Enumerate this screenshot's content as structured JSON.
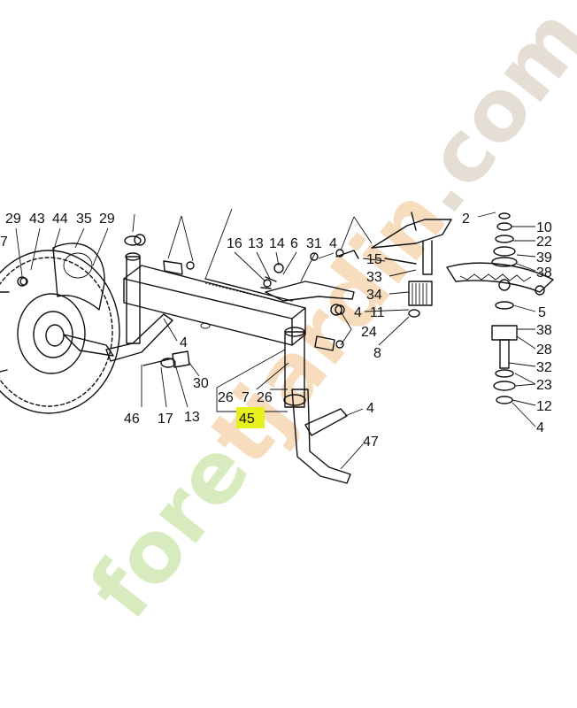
{
  "diagram": {
    "callouts": [
      "29",
      "43",
      "44",
      "35",
      "29",
      "16",
      "13",
      "14",
      "6",
      "31",
      "4",
      "15",
      "33",
      "34",
      "11",
      "24",
      "8",
      "4",
      "30",
      "26",
      "7",
      "26",
      "45",
      "4",
      "47",
      "46",
      "17",
      "13",
      "2",
      "10",
      "22",
      "39",
      "38",
      "5",
      "38",
      "28",
      "32",
      "23",
      "12",
      "4",
      "7",
      "4"
    ],
    "highlighted": "45",
    "highlight_color": "#e6f01a"
  },
  "watermark": {
    "text": "foretjardin.com",
    "colors": [
      "#b9dc8a",
      "#f2c089",
      "#cfc4b4"
    ]
  }
}
